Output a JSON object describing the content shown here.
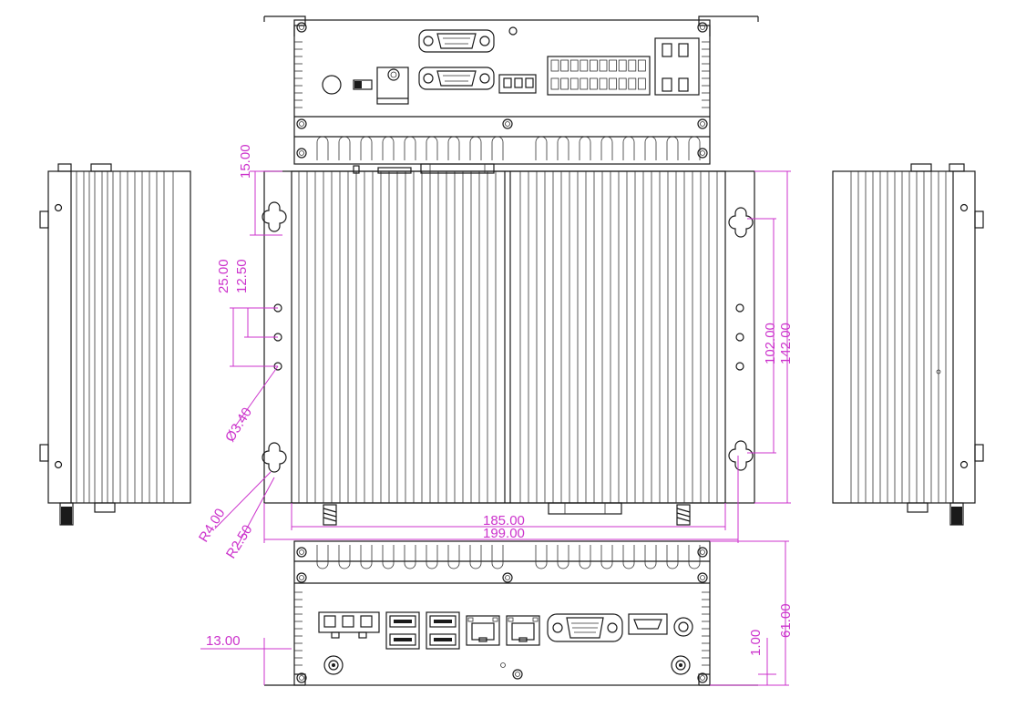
{
  "colors": {
    "outline": "#1a1a1a",
    "dimension": "#cc33cc",
    "background": "#ffffff"
  },
  "dimensions": {
    "d_15": "15.00",
    "d_25": "25.00",
    "d_12_5": "12.50",
    "d_phi": "Ø3.40",
    "d_r4": "R4.00",
    "d_r2_5": "R2.50",
    "d_102": "102.00",
    "d_142": "142.00",
    "d_185": "185.00",
    "d_199": "199.00",
    "d_13": "13.00",
    "d_1": "1.00",
    "d_61": "61.00"
  }
}
